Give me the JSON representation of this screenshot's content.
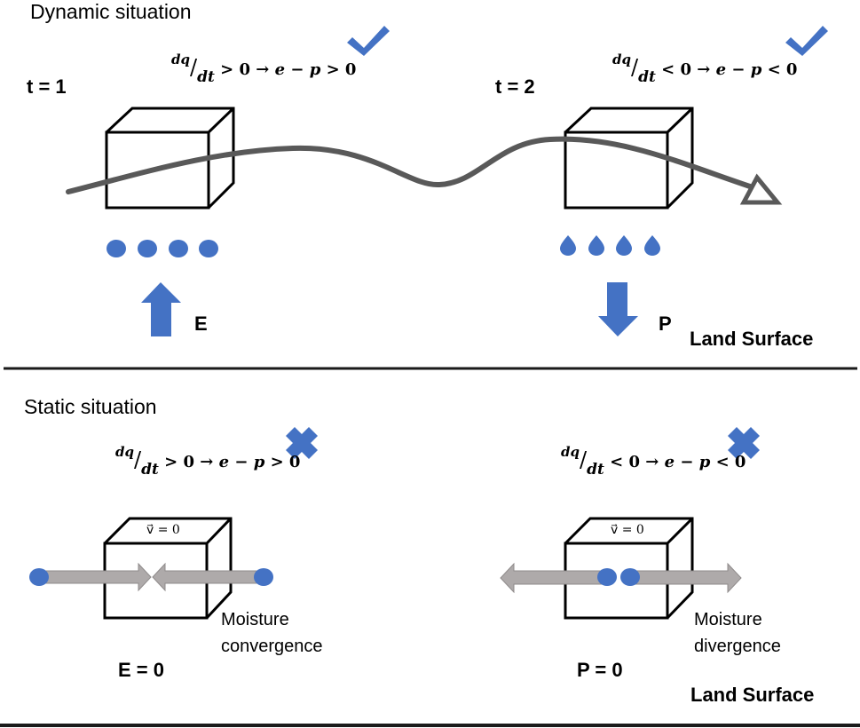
{
  "colors": {
    "accent_blue": "#4472C4",
    "trajectory_gray": "#595959",
    "flow_arrow_gray": "#AEAAAA",
    "line_black": "#1a1a1a"
  },
  "dynamic": {
    "title": "Dynamic situation",
    "t1": {
      "time_label": "t = 1",
      "equation": {
        "num": "dq",
        "den": "dt",
        "rel1": "> 0",
        "arrow": "→",
        "rhs": "e − p",
        "rel2": "> 0"
      },
      "mark_icon": "checkmark",
      "droplet_count": 4,
      "droplet_shape": "circle",
      "flux_label": "E",
      "flux_direction": "up"
    },
    "t2": {
      "time_label": "t = 2",
      "equation": {
        "num": "dq",
        "den": "dt",
        "rel1": "< 0",
        "arrow": "→",
        "rhs": "e − p",
        "rel2": "< 0"
      },
      "mark_icon": "checkmark",
      "droplet_count": 4,
      "droplet_shape": "raindrop",
      "flux_label": "P",
      "flux_direction": "down"
    },
    "surface_label": "Land Surface"
  },
  "static": {
    "title": "Static situation",
    "left": {
      "equation": {
        "num": "dq",
        "den": "dt",
        "rel1": "> 0",
        "arrow": "→",
        "rhs": "e − p",
        "rel2": "> 0"
      },
      "mark_icon": "cross",
      "velocity_label": "v⃗ = 0",
      "flow_label_line1": "Moisture",
      "flow_label_line2": "convergence",
      "flux_label": "E = 0"
    },
    "right": {
      "equation": {
        "num": "dq",
        "den": "dt",
        "rel1": "< 0",
        "arrow": "→",
        "rhs": "e − p",
        "rel2": "< 0"
      },
      "mark_icon": "cross",
      "velocity_label": "v⃗ = 0",
      "flow_label_line1": "Moisture",
      "flow_label_line2": "divergence",
      "flux_label": "P = 0"
    },
    "surface_label": "Land Surface"
  }
}
